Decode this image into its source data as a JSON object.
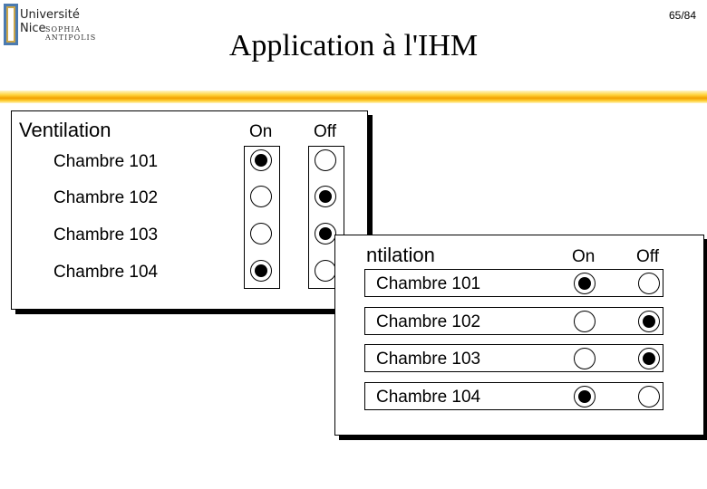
{
  "header": {
    "logo_line1": "Université",
    "logo_line2": "Nice",
    "logo_line3": "SOPHIA ANTIPOLIS",
    "page_number": "65/84",
    "title": "Application à l'IHM"
  },
  "panel1": {
    "heading": "Ventilation",
    "col_on": "On",
    "col_off": "Off",
    "rows": [
      {
        "label": "Chambre 101",
        "on": true
      },
      {
        "label": "Chambre 102",
        "on": false
      },
      {
        "label": "Chambre 103",
        "on": false
      },
      {
        "label": "Chambre 104",
        "on": true
      }
    ]
  },
  "panel2": {
    "heading": "ntilation",
    "col_on": "On",
    "col_off": "Off",
    "rows": [
      {
        "label": "Chambre 101",
        "on": true
      },
      {
        "label": "Chambre 102",
        "on": false
      },
      {
        "label": "Chambre 103",
        "on": false
      },
      {
        "label": "Chambre 104",
        "on": true
      }
    ]
  },
  "colors": {
    "accent_band": "#f2a000",
    "logo_blue": "#4a7ab0"
  }
}
